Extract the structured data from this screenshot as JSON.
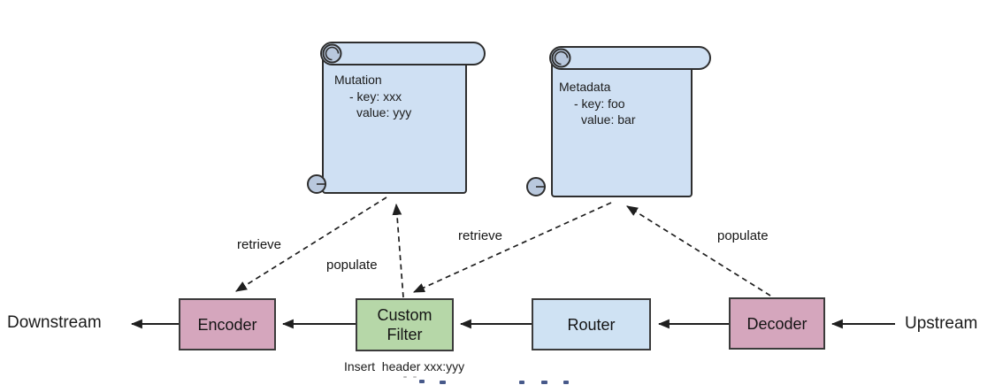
{
  "diagram": {
    "scrolls": [
      {
        "id": "mutation",
        "title": "Mutation",
        "line1": "- key: xxx",
        "line2": "value: yyy",
        "fill": "#cfe0f3",
        "border": "#2e2e2e"
      },
      {
        "id": "metadata",
        "title": "Metadata",
        "line1": "- key: foo",
        "line2": "value: bar",
        "fill": "#cfe0f3",
        "border": "#2e2e2e"
      }
    ],
    "nodes": [
      {
        "id": "encoder",
        "label": "Encoder",
        "fill": "#d5a6bd"
      },
      {
        "id": "custom-filter",
        "label": "Custom Filter",
        "fill": "#b6d7a8"
      },
      {
        "id": "router",
        "label": "Router",
        "fill": "#cfe2f3"
      },
      {
        "id": "decoder",
        "label": "Decoder",
        "fill": "#d5a6bd"
      }
    ],
    "endpoints": [
      {
        "id": "downstream",
        "label": "Downstream"
      },
      {
        "id": "upstream",
        "label": "Upstream"
      }
    ],
    "edge_labels": [
      {
        "id": "retrieve-left",
        "text": "retrieve"
      },
      {
        "id": "populate-left",
        "text": "populate"
      },
      {
        "id": "retrieve-right",
        "text": "retrieve"
      },
      {
        "id": "populate-right",
        "text": "populate"
      }
    ],
    "annotation": "Insert  header xxx:yyy",
    "arrow_color": "#1f1f1f"
  }
}
